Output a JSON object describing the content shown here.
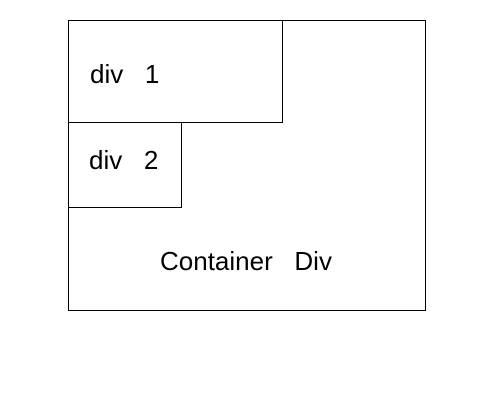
{
  "diagram": {
    "container": {
      "label": "Container   Div"
    },
    "div1": {
      "label": "div   1"
    },
    "div2": {
      "label": "div   2"
    }
  },
  "colors": {
    "border": "#000000",
    "background": "#ffffff",
    "text": "#000000"
  }
}
